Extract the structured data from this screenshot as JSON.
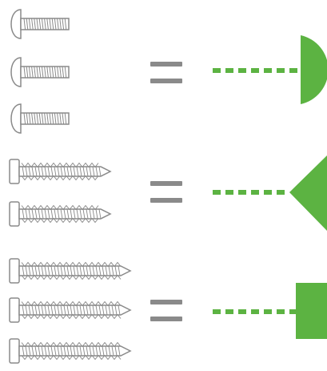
{
  "legend": {
    "colors": {
      "outline": "#8a8a8a",
      "equals": "#8a8a8a",
      "accent": "#5cb342"
    },
    "groups": [
      {
        "screw_type": "round-head-machine-screw",
        "screw_count": 3,
        "relation": "equals",
        "symbol": "half-circle"
      },
      {
        "screw_type": "pan-head-self-tapping-screw-short",
        "screw_count": 2,
        "relation": "equals",
        "symbol": "triangle"
      },
      {
        "screw_type": "pan-head-self-tapping-screw-long",
        "screw_count": 3,
        "relation": "equals",
        "symbol": "square"
      }
    ]
  }
}
